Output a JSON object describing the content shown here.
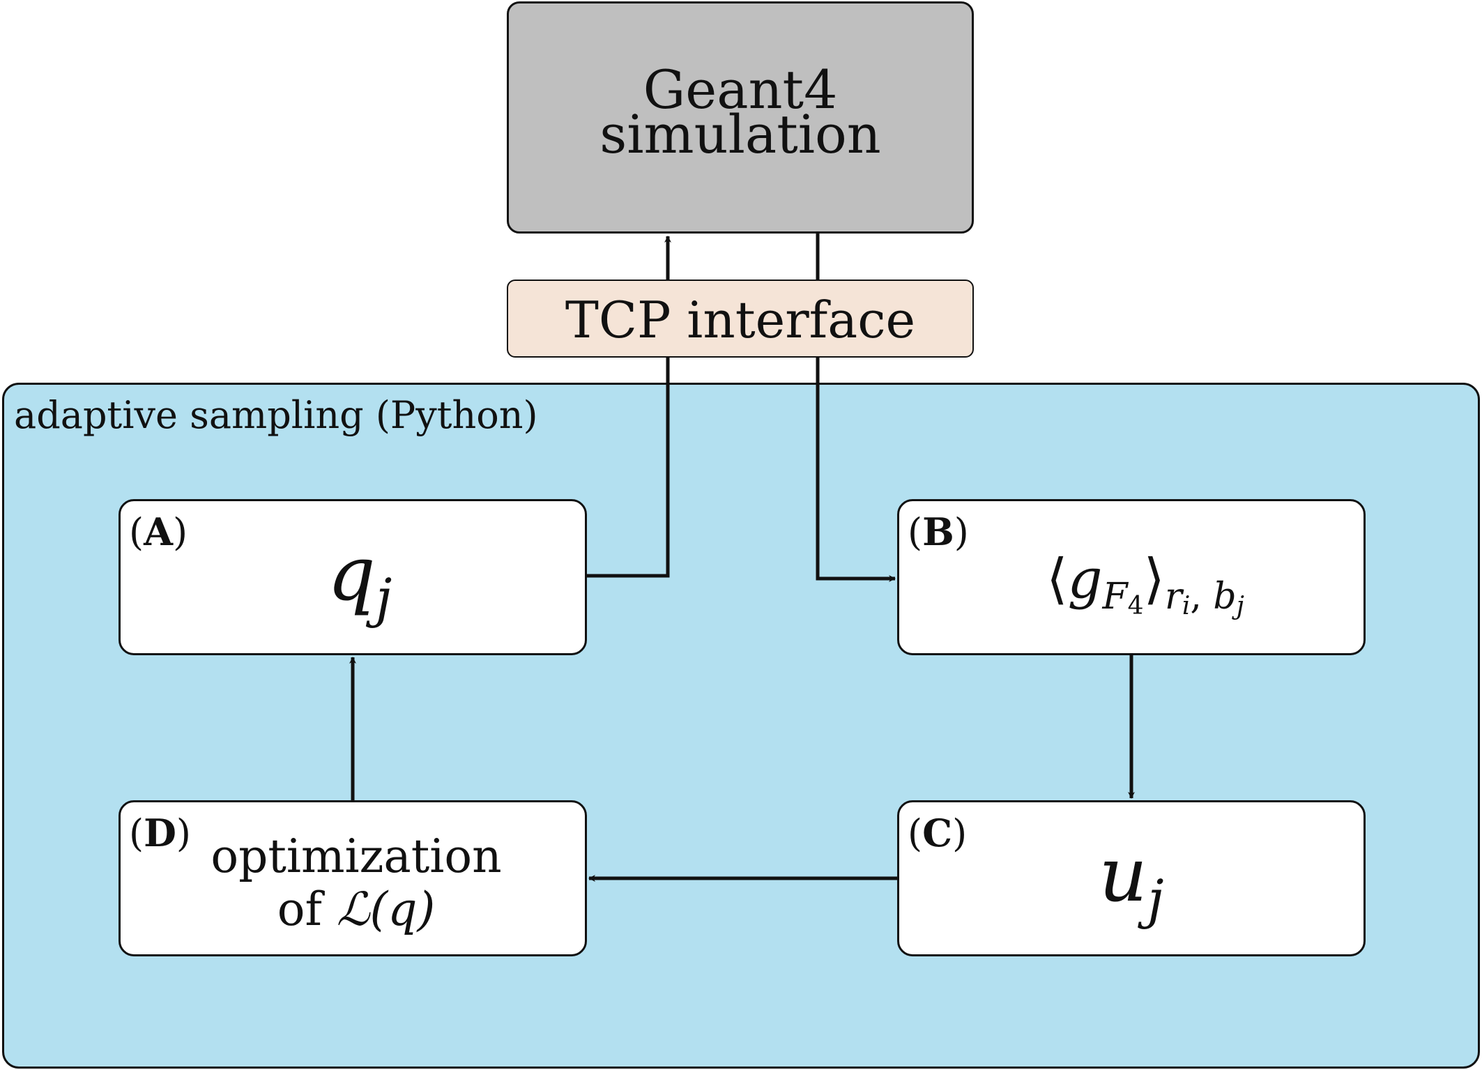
{
  "geant": {
    "line1": "Geant4",
    "line2": "simulation"
  },
  "tcp": {
    "label": "TCP interface"
  },
  "region": {
    "label": "adaptive sampling (Python)"
  },
  "nodes": {
    "A": {
      "tag": "A",
      "expr": "q",
      "sub": "j"
    },
    "B": {
      "tag": "B",
      "g": "g",
      "gsub": "F",
      "gsubsub": "4",
      "rsub": "r",
      "rsubsub": "i",
      "sep": ", ",
      "bsub": "b",
      "bsubsub": "j"
    },
    "C": {
      "tag": "C",
      "expr": "u",
      "sub": "j"
    },
    "D": {
      "tag": "D",
      "line1": "optimization",
      "line2_prefix": "of ",
      "line2_func": "ℒ",
      "line2_arg": "(q)"
    }
  },
  "colors": {
    "simulation_box": "#bfbfbf",
    "tcp_box": "#f5e4d7",
    "region": "#b3e0f0",
    "node": "#ffffff",
    "stroke": "#111111"
  }
}
